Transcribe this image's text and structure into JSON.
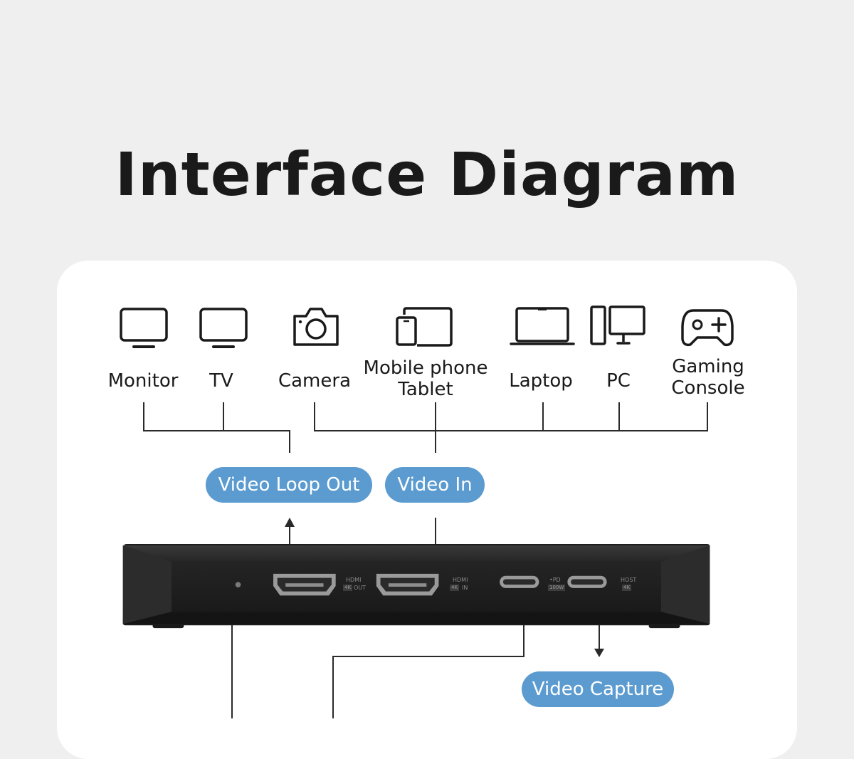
{
  "title": "Interface Diagram",
  "devices": {
    "monitor": "Monitor",
    "tv": "TV",
    "camera": "Camera",
    "mobile_line1": "Mobile phone",
    "mobile_line2": "Tablet",
    "laptop": "Laptop",
    "pc": "PC",
    "gaming_line1": "Gaming",
    "gaming_line2": "Console"
  },
  "labels": {
    "video_loop_out": "Video Loop Out",
    "video_in": "Video In",
    "video_capture": "Video Capture"
  },
  "ports": {
    "hdmi_out_top": "HDMI",
    "hdmi_out_tags": [
      "4K",
      "OUT"
    ],
    "hdmi_in_top": "HDMI",
    "hdmi_in_tags": [
      "4K",
      "IN"
    ],
    "usbc_pd_top": "•PD",
    "usbc_pd_tag": "100W",
    "usbc_host_top": "HOST",
    "usbc_host_tag": "4K"
  },
  "icons": [
    "monitor-icon",
    "tv-icon",
    "camera-icon",
    "mobile-tablet-icon",
    "laptop-icon",
    "pc-icon",
    "gamepad-icon"
  ],
  "colors": {
    "background": "#efefef",
    "card": "#ffffff",
    "pill": "#5b9bd0",
    "text": "#1a1a1a",
    "device_body": "#232323"
  }
}
